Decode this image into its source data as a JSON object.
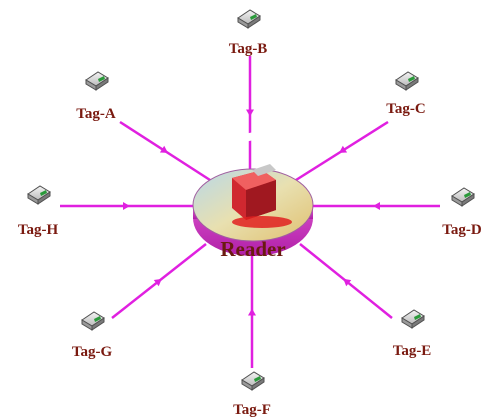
{
  "reader": {
    "label": "Reader",
    "icon": "printer-reader-icon",
    "top_color": "#e6d8a0",
    "side_color": "#d040c8"
  },
  "tags": [
    {
      "id": "B",
      "label": "Tag-B",
      "icon": "rfid-tag-icon"
    },
    {
      "id": "C",
      "label": "Tag-C",
      "icon": "rfid-tag-icon"
    },
    {
      "id": "D",
      "label": "Tag-D",
      "icon": "rfid-tag-icon"
    },
    {
      "id": "E",
      "label": "Tag-E",
      "icon": "rfid-tag-icon"
    },
    {
      "id": "F",
      "label": "Tag-F",
      "icon": "rfid-tag-icon"
    },
    {
      "id": "G",
      "label": "Tag-G",
      "icon": "rfid-tag-icon"
    },
    {
      "id": "H",
      "label": "Tag-H",
      "icon": "rfid-tag-icon"
    },
    {
      "id": "A",
      "label": "Tag-A",
      "icon": "rfid-tag-icon"
    }
  ],
  "colors": {
    "link": "#e020e0",
    "label": "#7a1a10"
  }
}
